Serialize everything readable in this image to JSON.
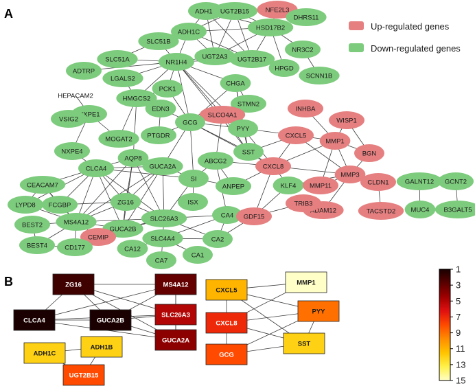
{
  "panels": {
    "a": {
      "letter": "A"
    },
    "b": {
      "letter": "B"
    }
  },
  "colors": {
    "up": "#e57f80",
    "down": "#7dcb7d",
    "edge": "#3a3a3a",
    "colorbar": [
      "#1a0000",
      "#5a0000",
      "#a00000",
      "#e01010",
      "#ff4a00",
      "#ff8c00",
      "#ffc400",
      "#fff14a",
      "#ffffc8"
    ]
  },
  "legend": {
    "up_label": "Up-regulated genes",
    "down_label": "Down-regulated genes"
  },
  "network": {
    "nodes": [
      {
        "id": "ADH1B",
        "reg": "down"
      },
      {
        "id": "UGT2B15",
        "reg": "down"
      },
      {
        "id": "NFE2L3",
        "reg": "up"
      },
      {
        "id": "DHRS11",
        "reg": "down"
      },
      {
        "id": "HSD17B2",
        "reg": "down"
      },
      {
        "id": "ADH1C",
        "reg": "down"
      },
      {
        "id": "NR3C2",
        "reg": "down"
      },
      {
        "id": "SLC51B",
        "reg": "down"
      },
      {
        "id": "SLC51A",
        "reg": "down"
      },
      {
        "id": "UGT2A3",
        "reg": "down"
      },
      {
        "id": "UGT2B17",
        "reg": "down"
      },
      {
        "id": "HPGD",
        "reg": "down"
      },
      {
        "id": "NR1H4",
        "reg": "down"
      },
      {
        "id": "SCNN1B",
        "reg": "down"
      },
      {
        "id": "ADTRP",
        "reg": "down"
      },
      {
        "id": "LGALS2",
        "reg": "down"
      },
      {
        "id": "HEPACAM2",
        "reg": "none"
      },
      {
        "id": "PCK1",
        "reg": "down"
      },
      {
        "id": "CHGA",
        "reg": "down"
      },
      {
        "id": "HMGCS2",
        "reg": "down"
      },
      {
        "id": "NXPE1",
        "reg": "down"
      },
      {
        "id": "STMN2",
        "reg": "down"
      },
      {
        "id": "EDN3",
        "reg": "down"
      },
      {
        "id": "SLCO4A1",
        "reg": "up"
      },
      {
        "id": "INHBA",
        "reg": "up"
      },
      {
        "id": "VSIG2",
        "reg": "down"
      },
      {
        "id": "GCG",
        "reg": "down"
      },
      {
        "id": "WISP1",
        "reg": "up"
      },
      {
        "id": "PYY",
        "reg": "down"
      },
      {
        "id": "PTGDR",
        "reg": "down"
      },
      {
        "id": "CXCL5",
        "reg": "up"
      },
      {
        "id": "MOGAT2",
        "reg": "down"
      },
      {
        "id": "MMP1",
        "reg": "up"
      },
      {
        "id": "NXPE4",
        "reg": "down"
      },
      {
        "id": "AQP8",
        "reg": "down"
      },
      {
        "id": "ABCG2",
        "reg": "down"
      },
      {
        "id": "SST",
        "reg": "down"
      },
      {
        "id": "BGN",
        "reg": "up"
      },
      {
        "id": "CLCA4",
        "reg": "down"
      },
      {
        "id": "CXCL8",
        "reg": "up"
      },
      {
        "id": "GUCA2A",
        "reg": "down"
      },
      {
        "id": "SI",
        "reg": "down"
      },
      {
        "id": "MMP3",
        "reg": "up"
      },
      {
        "id": "CLDN1",
        "reg": "up"
      },
      {
        "id": "GALNT12",
        "reg": "down"
      },
      {
        "id": "GCNT2",
        "reg": "down"
      },
      {
        "id": "CEACAM7",
        "reg": "down"
      },
      {
        "id": "ANPEP",
        "reg": "down"
      },
      {
        "id": "KLF4",
        "reg": "down"
      },
      {
        "id": "MMP11",
        "reg": "up"
      },
      {
        "id": "ZG16",
        "reg": "down"
      },
      {
        "id": "ISX",
        "reg": "down"
      },
      {
        "id": "LYPD8",
        "reg": "down"
      },
      {
        "id": "FCGBP",
        "reg": "down"
      },
      {
        "id": "MS4A12",
        "reg": "down"
      },
      {
        "id": "SLC26A3",
        "reg": "down"
      },
      {
        "id": "TACSTD2",
        "reg": "up"
      },
      {
        "id": "ADAM12",
        "reg": "up"
      },
      {
        "id": "TRIB3",
        "reg": "up"
      },
      {
        "id": "MUC4",
        "reg": "down"
      },
      {
        "id": "B3GALT5",
        "reg": "down"
      },
      {
        "id": "CA4",
        "reg": "down"
      },
      {
        "id": "GDF15",
        "reg": "up"
      },
      {
        "id": "BEST2",
        "reg": "down"
      },
      {
        "id": "GUCA2B",
        "reg": "down"
      },
      {
        "id": "CEMIP",
        "reg": "up"
      },
      {
        "id": "BEST4",
        "reg": "down"
      },
      {
        "id": "CD177",
        "reg": "down"
      },
      {
        "id": "SLC4A4",
        "reg": "down"
      },
      {
        "id": "CA2",
        "reg": "down"
      },
      {
        "id": "CA12",
        "reg": "down"
      },
      {
        "id": "CA7",
        "reg": "down"
      },
      {
        "id": "CA1",
        "reg": "down"
      }
    ],
    "edges": [
      [
        "ADH1B",
        "ADH1C"
      ],
      [
        "ADH1B",
        "UGT2B15"
      ],
      [
        "ADH1B",
        "UGT2A3"
      ],
      [
        "ADH1B",
        "UGT2B17"
      ],
      [
        "ADH1B",
        "HSD17B2"
      ],
      [
        "ADH1C",
        "UGT2B15"
      ],
      [
        "ADH1C",
        "UGT2A3"
      ],
      [
        "ADH1C",
        "UGT2B17"
      ],
      [
        "ADH1C",
        "HSD17B2"
      ],
      [
        "ADH1C",
        "NR1H4"
      ],
      [
        "UGT2B15",
        "UGT2A3"
      ],
      [
        "UGT2B15",
        "UGT2B17"
      ],
      [
        "UGT2B15",
        "HSD17B2"
      ],
      [
        "UGT2A3",
        "UGT2B17"
      ],
      [
        "UGT2A3",
        "NR1H4"
      ],
      [
        "UGT2B17",
        "HSD17B2"
      ],
      [
        "UGT2B17",
        "NR1H4"
      ],
      [
        "NFE2L3",
        "HSD17B2"
      ],
      [
        "HSD17B2",
        "HPGD"
      ],
      [
        "HSD17B2",
        "NR3C2"
      ],
      [
        "NR3C2",
        "SCNN1B"
      ],
      [
        "HSD17B2",
        "UGT2A3"
      ],
      [
        "SLC51B",
        "SLC51A"
      ],
      [
        "SLC51B",
        "NR1H4"
      ],
      [
        "SLC51A",
        "NR1H4"
      ],
      [
        "ADTRP",
        "NR1H4"
      ],
      [
        "NR1H4",
        "HMGCS2"
      ],
      [
        "NR1H4",
        "PCK1"
      ],
      [
        "NR1H4",
        "GCG"
      ],
      [
        "NR1H4",
        "SLCO4A1"
      ],
      [
        "NR1H4",
        "LGALS2"
      ],
      [
        "NR1H4",
        "PYY"
      ],
      [
        "NR1H4",
        "SST"
      ],
      [
        "NR1H4",
        "CHGA"
      ],
      [
        "LGALS2",
        "HMGCS2"
      ],
      [
        "PCK1",
        "GCG"
      ],
      [
        "PCK1",
        "HMGCS2"
      ],
      [
        "HMGCS2",
        "MOGAT2"
      ],
      [
        "HMGCS2",
        "AQP8"
      ],
      [
        "CHGA",
        "GCG"
      ],
      [
        "CHGA",
        "PYY"
      ],
      [
        "CHGA",
        "SST"
      ],
      [
        "CHGA",
        "STMN2"
      ],
      [
        "EDN3",
        "GCG"
      ],
      [
        "EDN3",
        "PTGDR"
      ],
      [
        "GCG",
        "PYY"
      ],
      [
        "GCG",
        "SST"
      ],
      [
        "GCG",
        "PTGDR"
      ],
      [
        "GCG",
        "CXCL8"
      ],
      [
        "GCG",
        "SI"
      ],
      [
        "GCG",
        "GUCA2A"
      ],
      [
        "PYY",
        "SST"
      ],
      [
        "PYY",
        "CXCL8"
      ],
      [
        "SLCO4A1",
        "SST"
      ],
      [
        "SLCO4A1",
        "ABCG2"
      ],
      [
        "SLCO4A1",
        "GCG"
      ],
      [
        "INHBA",
        "MMP1"
      ],
      [
        "WISP1",
        "MMP1"
      ],
      [
        "WISP1",
        "BGN"
      ],
      [
        "CXCL5",
        "MMP1"
      ],
      [
        "CXCL5",
        "CXCL8"
      ],
      [
        "CXCL5",
        "MMP3"
      ],
      [
        "CXCL5",
        "SST"
      ],
      [
        "CXCL5",
        "PYY"
      ],
      [
        "MMP1",
        "MMP3"
      ],
      [
        "MMP1",
        "CXCL8"
      ],
      [
        "MMP1",
        "BGN"
      ],
      [
        "MMP1",
        "MMP11"
      ],
      [
        "CXCL8",
        "MMP3"
      ],
      [
        "CXCL8",
        "SST"
      ],
      [
        "CXCL8",
        "ANPEP"
      ],
      [
        "CXCL8",
        "KLF4"
      ],
      [
        "CXCL8",
        "GDF15"
      ],
      [
        "CXCL8",
        "ABCG2"
      ],
      [
        "MMP3",
        "BGN"
      ],
      [
        "MMP3",
        "ADAM12"
      ],
      [
        "MMP3",
        "KLF4"
      ],
      [
        "MMP3",
        "MMP11"
      ],
      [
        "CLDN1",
        "TACSTD2"
      ],
      [
        "GALNT12",
        "MUC4"
      ],
      [
        "GCNT2",
        "B3GALT5"
      ],
      [
        "VSIG2",
        "NXPE1"
      ],
      [
        "HEPACAM2",
        "NXPE1"
      ],
      [
        "NXPE1",
        "NXPE4"
      ],
      [
        "NXPE1",
        "MOGAT2"
      ],
      [
        "NXPE4",
        "CLCA4"
      ],
      [
        "CLCA4",
        "AQP8"
      ],
      [
        "CLCA4",
        "CEACAM7"
      ],
      [
        "CLCA4",
        "FCGBP"
      ],
      [
        "CLCA4",
        "MS4A12"
      ],
      [
        "CLCA4",
        "GUCA2A"
      ],
      [
        "CLCA4",
        "GUCA2B"
      ],
      [
        "CLCA4",
        "SLC26A3"
      ],
      [
        "CLCA4",
        "ZG16"
      ],
      [
        "CLCA4",
        "SI"
      ],
      [
        "CLCA4",
        "LYPD8"
      ],
      [
        "CEACAM7",
        "LYPD8"
      ],
      [
        "CEACAM7",
        "FCGBP"
      ],
      [
        "CEACAM7",
        "MS4A12"
      ],
      [
        "AQP8",
        "GUCA2A"
      ],
      [
        "AQP8",
        "SLC26A3"
      ],
      [
        "AQP8",
        "MS4A12"
      ],
      [
        "AQP8",
        "GUCA2B"
      ],
      [
        "AQP8",
        "ZG16"
      ],
      [
        "ABCG2",
        "CA4"
      ],
      [
        "ABCG2",
        "SI"
      ],
      [
        "ABCG2",
        "ANPEP"
      ],
      [
        "GUCA2A",
        "GUCA2B"
      ],
      [
        "GUCA2A",
        "SLC26A3"
      ],
      [
        "GUCA2A",
        "SI"
      ],
      [
        "GUCA2A",
        "ZG16"
      ],
      [
        "GUCA2A",
        "MS4A12"
      ],
      [
        "SI",
        "ANPEP"
      ],
      [
        "SI",
        "ISX"
      ],
      [
        "SI",
        "SLC26A3"
      ],
      [
        "ZG16",
        "MS4A12"
      ],
      [
        "ZG16",
        "GUCA2B"
      ],
      [
        "ZG16",
        "SLC26A3"
      ],
      [
        "ZG16",
        "FCGBP"
      ],
      [
        "MS4A12",
        "GUCA2B"
      ],
      [
        "MS4A12",
        "SLC26A3"
      ],
      [
        "MS4A12",
        "CD177"
      ],
      [
        "MS4A12",
        "BEST4"
      ],
      [
        "MS4A12",
        "BEST2"
      ],
      [
        "MS4A12",
        "CEMIP"
      ],
      [
        "MS4A12",
        "FCGBP"
      ],
      [
        "MS4A12",
        "LYPD8"
      ],
      [
        "GUCA2B",
        "SLC26A3"
      ],
      [
        "SLC26A3",
        "CA4"
      ],
      [
        "SLC26A3",
        "CA2"
      ],
      [
        "SLC26A3",
        "SLC4A4"
      ],
      [
        "SLC26A3",
        "CEMIP"
      ],
      [
        "SLC4A4",
        "CA2"
      ],
      [
        "SLC4A4",
        "CA12"
      ],
      [
        "SLC4A4",
        "CA7"
      ],
      [
        "SLC4A4",
        "CA1"
      ],
      [
        "SLC4A4",
        "CA4"
      ],
      [
        "CA4",
        "CA2"
      ],
      [
        "CA2",
        "GDF15"
      ],
      [
        "GDF15",
        "TRIB3"
      ],
      [
        "KLF4",
        "GDF15"
      ],
      [
        "BEST4",
        "CD177"
      ],
      [
        "BEST2",
        "BEST4"
      ]
    ]
  },
  "hub": {
    "nodes": [
      {
        "id": "ZG16",
        "rank": 2
      },
      {
        "id": "MS4A12",
        "rank": 3
      },
      {
        "id": "CLCA4",
        "rank": 1
      },
      {
        "id": "GUCA2B",
        "rank": 1
      },
      {
        "id": "SLC26A3",
        "rank": 5
      },
      {
        "id": "GUCA2A",
        "rank": 4
      },
      {
        "id": "ADH1C",
        "rank": 12
      },
      {
        "id": "ADH1B",
        "rank": 12
      },
      {
        "id": "UGT2B15",
        "rank": 8
      },
      {
        "id": "CXCL5",
        "rank": 11
      },
      {
        "id": "MMP1",
        "rank": 15
      },
      {
        "id": "CXCL8",
        "rank": 7
      },
      {
        "id": "PYY",
        "rank": 9
      },
      {
        "id": "SST",
        "rank": 12
      },
      {
        "id": "GCG",
        "rank": 8
      }
    ],
    "edges": [
      [
        "ZG16",
        "MS4A12"
      ],
      [
        "ZG16",
        "CLCA4"
      ],
      [
        "ZG16",
        "GUCA2B"
      ],
      [
        "ZG16",
        "SLC26A3"
      ],
      [
        "ZG16",
        "GUCA2A"
      ],
      [
        "MS4A12",
        "CLCA4"
      ],
      [
        "MS4A12",
        "GUCA2B"
      ],
      [
        "MS4A12",
        "SLC26A3"
      ],
      [
        "CLCA4",
        "GUCA2B"
      ],
      [
        "CLCA4",
        "SLC26A3"
      ],
      [
        "CLCA4",
        "GUCA2A"
      ],
      [
        "GUCA2B",
        "SLC26A3"
      ],
      [
        "GUCA2B",
        "GUCA2A"
      ],
      [
        "SLC26A3",
        "GUCA2A"
      ],
      [
        "MS4A12",
        "GUCA2A"
      ],
      [
        "ADH1C",
        "ADH1B"
      ],
      [
        "ADH1C",
        "UGT2B15"
      ],
      [
        "ADH1B",
        "UGT2B15"
      ],
      [
        "CXCL5",
        "MMP1"
      ],
      [
        "CXCL5",
        "CXCL8"
      ],
      [
        "CXCL5",
        "PYY"
      ],
      [
        "CXCL5",
        "SST"
      ],
      [
        "MMP1",
        "CXCL8"
      ],
      [
        "CXCL8",
        "PYY"
      ],
      [
        "CXCL8",
        "SST"
      ],
      [
        "CXCL8",
        "GCG"
      ],
      [
        "PYY",
        "SST"
      ],
      [
        "PYY",
        "GCG"
      ],
      [
        "SST",
        "GCG"
      ]
    ]
  },
  "colorbar": {
    "min": 1,
    "max": 15,
    "ticks": [
      "1",
      "3",
      "5",
      "7",
      "9",
      "11",
      "13",
      "15"
    ]
  }
}
